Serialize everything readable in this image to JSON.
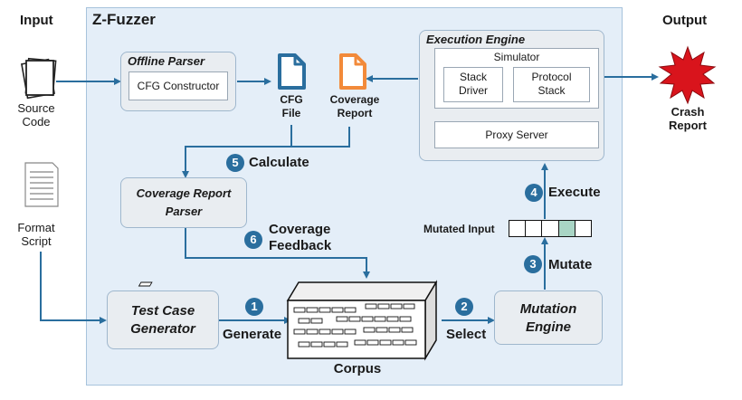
{
  "labels": {
    "input": "Input",
    "output": "Output",
    "zfuzzer": "Z-Fuzzer",
    "source_code": "Source\nCode",
    "format_script": "Format\nScript",
    "offline_parser": "Offline Parser",
    "cfg_constructor": "CFG Constructor",
    "cfg_file": "CFG\nFile",
    "coverage_report": "Coverage\nReport",
    "execution_engine": "Execution Engine",
    "simulator": "Simulator",
    "stack_driver": "Stack\nDriver",
    "protocol_stack": "Protocol\nStack",
    "proxy_server": "Proxy Server",
    "crash_report": "Crash\nReport",
    "calculate": "Calculate",
    "coverage_report_parser": "Coverage Report\nParser",
    "coverage_feedback": "Coverage\nFeedback",
    "execute": "Execute",
    "mutated_input": "Mutated Input",
    "mutate": "Mutate",
    "test_case_generator": "Test Case\nGenerator",
    "generate": "Generate",
    "select": "Select",
    "mutation_engine": "Mutation\nEngine",
    "corpus": "Corpus"
  },
  "steps": {
    "s1": "1",
    "s2": "2",
    "s3": "3",
    "s4": "4",
    "s5": "5",
    "s6": "6"
  },
  "colors": {
    "arrow": "#2a6e9e",
    "accent_orange": "#f28a3a",
    "accent_blue": "#2a6e9e",
    "crash_red": "#d9141c",
    "mutated_cell": "#a9d5c5",
    "region_fill": "#e4eef8"
  }
}
